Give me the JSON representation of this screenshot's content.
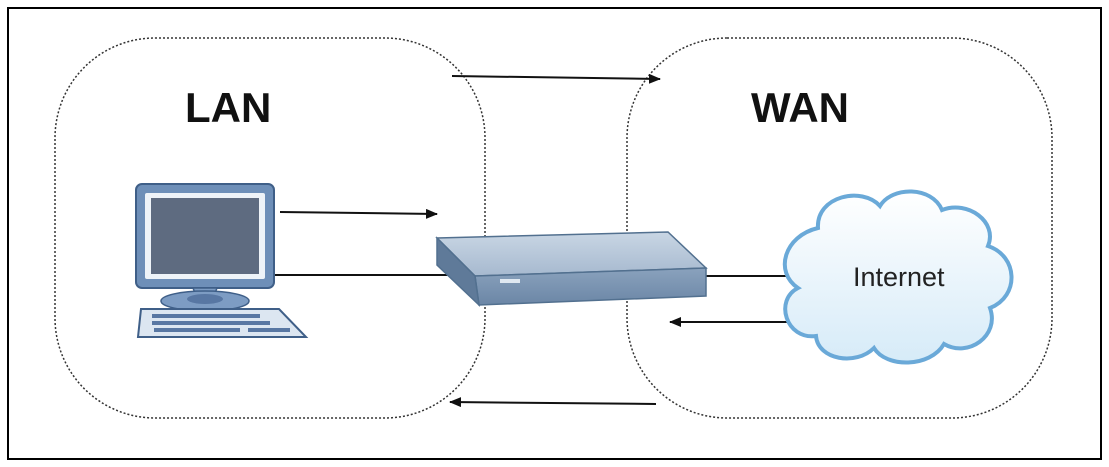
{
  "diagram": {
    "zones": {
      "lan": {
        "label": "LAN"
      },
      "wan": {
        "label": "WAN"
      }
    },
    "nodes": {
      "computer": {
        "icon": "desktop-computer-icon"
      },
      "router": {
        "icon": "router-device-icon"
      },
      "internet": {
        "label": "Internet",
        "icon": "cloud-icon"
      }
    },
    "colors": {
      "frame": "#000000",
      "zone_border": "#333333",
      "arrow": "#111111",
      "monitor_frame": "#6e8fb8",
      "monitor_screen": "#5e6b80",
      "router_top": "#b8c8da",
      "router_front": "#7c96b4",
      "cloud_fill": "#e9f4fb",
      "cloud_stroke": "#6aa9d8"
    }
  }
}
